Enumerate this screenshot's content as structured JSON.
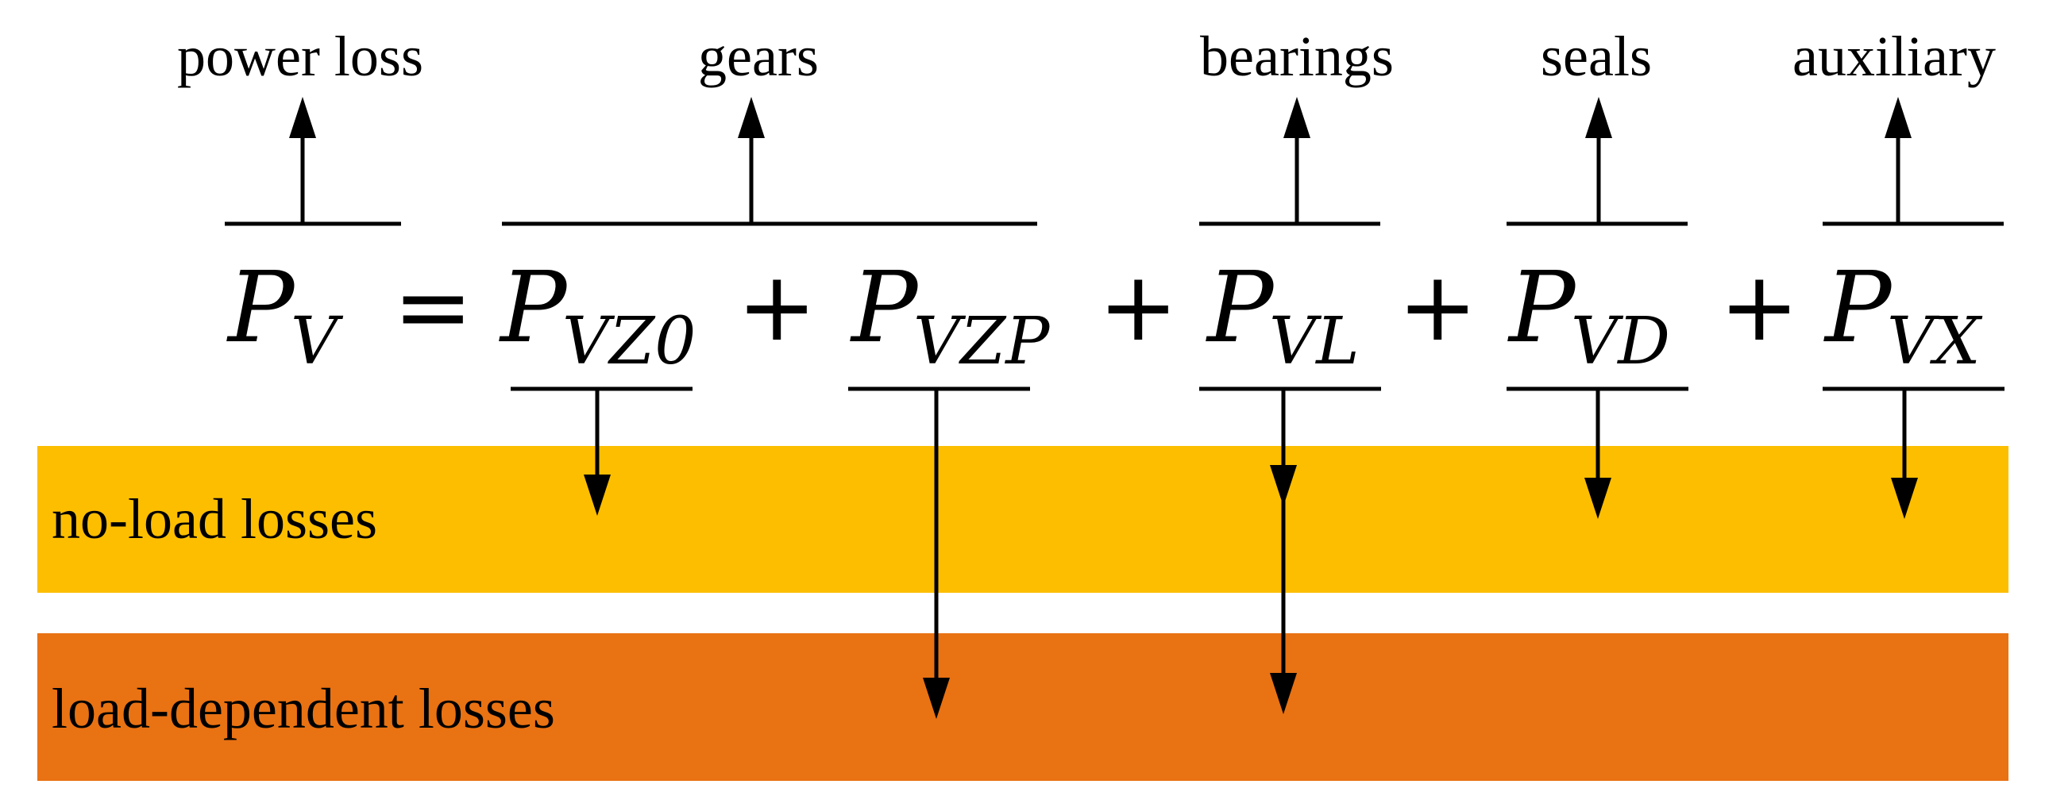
{
  "colors": {
    "no_load_band": "#FDBE00",
    "load_dependent_band": "#E97213",
    "ink": "#000000",
    "background": "#FFFFFF"
  },
  "categories": {
    "power_loss": "power loss",
    "gears": "gears",
    "bearings": "bearings",
    "seals": "seals",
    "auxiliary": "auxiliary"
  },
  "bands": {
    "no_load": "no-load losses",
    "load_dependent": "load-dependent losses"
  },
  "equation": {
    "base": "P",
    "total_sub": "V",
    "equals": "=",
    "plus": "+",
    "terms": [
      {
        "sub": "VZ0"
      },
      {
        "sub": "VZP"
      },
      {
        "sub": "VL"
      },
      {
        "sub": "VD"
      },
      {
        "sub": "VX"
      }
    ]
  }
}
